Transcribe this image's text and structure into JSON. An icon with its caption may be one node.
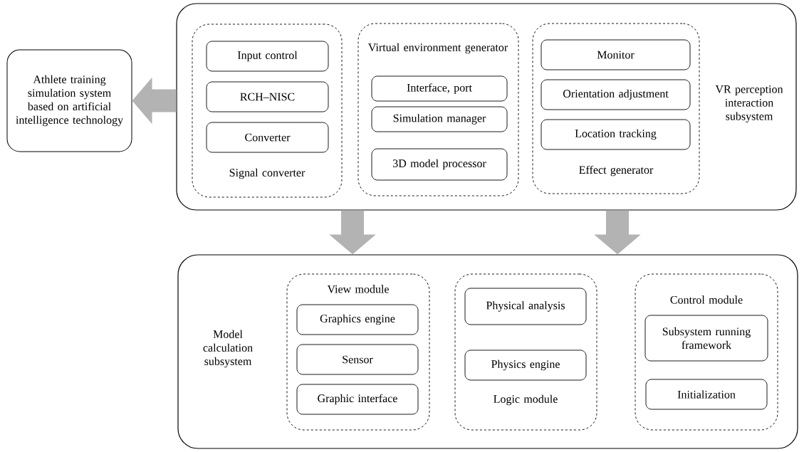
{
  "diagram": {
    "nodes": [
      {
        "text": [
          "VR perception interaction subsystem"
        ]
      },
      {
        "text": [
          "Signal converter"
        ],
        "in": 0
      },
      {
        "text": [
          "Input control"
        ],
        "in": 1
      },
      {
        "text": [
          "RCH–NISC"
        ],
        "in": 1
      },
      {
        "text": [
          "Converter"
        ],
        "in": 1
      },
      {
        "text": [
          "Virtual environment generator"
        ],
        "in": 0
      },
      {
        "text": [
          "Interface, port"
        ],
        "in": 5
      },
      {
        "text": [
          "Simulation manager"
        ],
        "in": 5
      },
      {
        "text": [
          "3D model processor"
        ],
        "in": 5
      },
      {
        "text": [
          "Effect generator"
        ],
        "in": 0
      },
      {
        "text": [
          "Monitor"
        ],
        "in": 9
      },
      {
        "text": [
          "Orientation adjustment"
        ],
        "in": 9
      },
      {
        "text": [
          "Location tracking"
        ],
        "in": 9
      },
      {
        "text": [
          "Athlete training simulation system based on artificial intelligence technology"
        ]
      },
      {
        "text": [
          "Model calculation subsystem"
        ]
      },
      {
        "text": [
          "View module"
        ],
        "in": 14
      },
      {
        "text": [
          "Graphics engine"
        ],
        "in": 15
      },
      {
        "text": [
          "Sensor"
        ],
        "in": 15
      },
      {
        "text": [
          "Graphic interface"
        ],
        "in": 15
      },
      {
        "text": [
          "Logic module"
        ],
        "in": 14
      },
      {
        "text": [
          "Physical analysis"
        ],
        "in": 19
      },
      {
        "text": [
          "Physics engine"
        ],
        "in": 19
      },
      {
        "text": [
          "Control module"
        ],
        "in": 14
      },
      {
        "text": [
          "Subsystem running framework"
        ],
        "in": 22
      },
      {
        "text": [
          "Initialization"
        ],
        "in": 22
      }
    ],
    "edges": [
      {
        "from": 0,
        "to": 13,
        "arrow": "to"
      },
      {
        "from": 0,
        "to": 14,
        "arrow": "to"
      },
      {
        "from": 0,
        "to": 14,
        "arrow": "to"
      }
    ]
  }
}
